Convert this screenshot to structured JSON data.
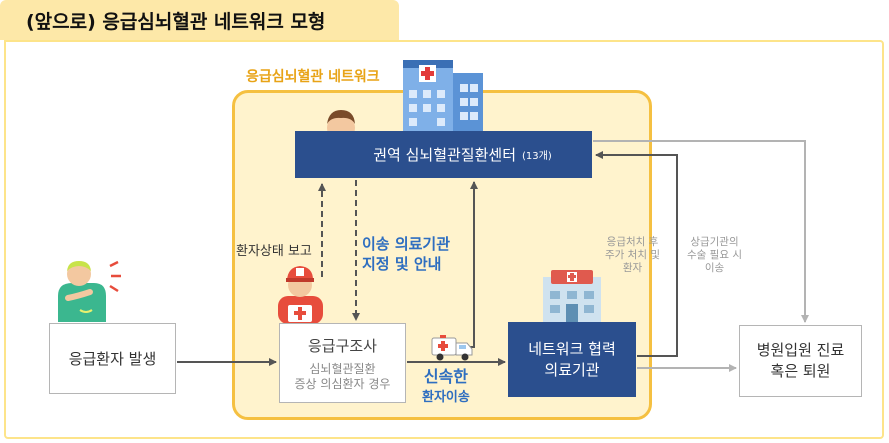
{
  "title": "(앞으로) 응급심뇌혈관 네트워크 모형",
  "network": {
    "label": "응급심뇌혈관 네트워크"
  },
  "nodes": {
    "regional_center": {
      "label": "권역 심뇌혈관질환센터",
      "count": "(13개)"
    },
    "emergency_patient": {
      "label": "응급환자 발생"
    },
    "emt": {
      "title": "응급구조사",
      "sub_line1": "심뇌혈관질환",
      "sub_line2": "증상 의심환자 경우"
    },
    "partner": {
      "line1": "네트워크 협력",
      "line2": "의료기관"
    },
    "destination": {
      "line1": "병원입원 진료",
      "line2": "혹은 퇴원"
    }
  },
  "edges": {
    "status_report": "환자상태 보고",
    "transfer_line1": "이송 의료기관",
    "transfer_line2": "지정 및 안내",
    "rapid_line1": "신속한",
    "rapid_line2": "환자이송",
    "note_left_1": "응급처치 후",
    "note_left_2": "주가 처치 및",
    "note_left_3": "환자",
    "note_right_1": "상급기관의",
    "note_right_2": "수술 필요 시",
    "note_right_3": "이송"
  },
  "colors": {
    "navy": "#2b4f8e",
    "accent_yellow": "#f5c041",
    "title_tab": "#fde8a8",
    "network_fill": "#fff3cd",
    "blue_text": "#2e6ec0",
    "gray_arrow": "#b3b3b3",
    "dark_arrow": "#555555"
  },
  "icons": [
    "hospital-building-icon",
    "doctor-icon",
    "paramedic-icon",
    "clinic-icon",
    "ambulance-icon",
    "patient-chest-pain-icon"
  ]
}
